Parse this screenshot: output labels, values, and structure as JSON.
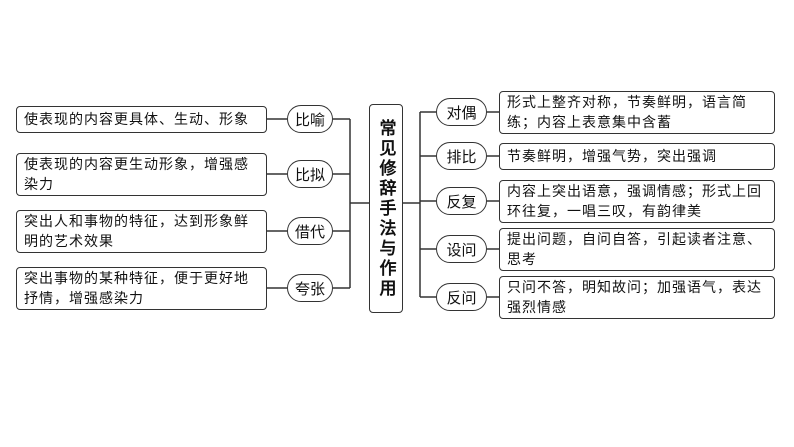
{
  "center_title": "常见修辞手法与作用",
  "left_items": [
    {
      "name": "比喻",
      "desc": "使表现的内容更具体、生动、形象"
    },
    {
      "name": "比拟",
      "desc": "使表现的内容更生动形象，增强感染力"
    },
    {
      "name": "借代",
      "desc": "突出人和事物的特征，达到形象鲜明的艺术效果"
    },
    {
      "name": "夸张",
      "desc": "突出事物的某种特征，便于更好地抒情，增强感染力"
    }
  ],
  "right_items": [
    {
      "name": "对偶",
      "desc": "形式上整齐对称，节奏鲜明，语言简练；内容上表意集中含蓄"
    },
    {
      "name": "排比",
      "desc": "节奏鲜明，增强气势，突出强调"
    },
    {
      "name": "反复",
      "desc": "内容上突出语意，强调情感；形式上回环往复，一唱三叹，有韵律美"
    },
    {
      "name": "设问",
      "desc": "提出问题，自问自答，引起读者注意、思考"
    },
    {
      "name": "反问",
      "desc": "只问不答，明知故问；加强语气，表达强烈情感"
    }
  ]
}
